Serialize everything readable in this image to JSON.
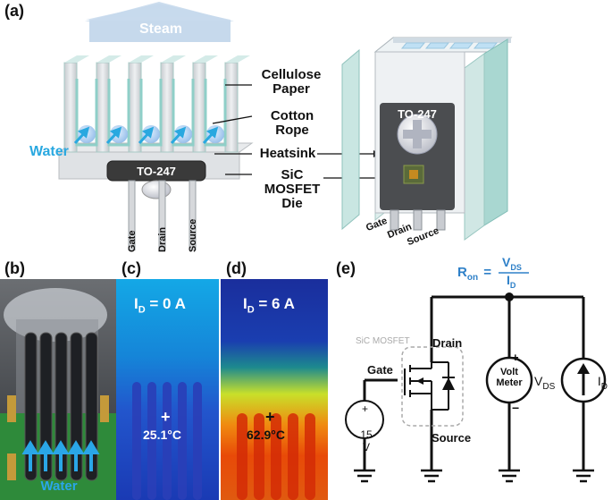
{
  "panels": {
    "a": "(a)",
    "b": "(b)",
    "c": "(c)",
    "d": "(d)",
    "e": "(e)"
  },
  "panel_a": {
    "steam": "Steam",
    "water": "Water",
    "cellulose_paper": "Cellulose Paper",
    "cotton_rope": "Cotton Rope",
    "heatsink": "Heatsink",
    "sic_mosfet_die": "SiC MOSFET Die",
    "package_left": "TO-247",
    "package_right": "TO-247",
    "pins": [
      "Gate",
      "Drain",
      "Source"
    ],
    "pins_right": [
      "Gate",
      "Drain",
      "Source"
    ]
  },
  "panel_b": {
    "water": "Water"
  },
  "panel_c": {
    "current_sym": "I",
    "current_sub": "D",
    "current_val": " = 0 A",
    "cross": "+",
    "temp": "25.1°C"
  },
  "panel_d": {
    "current_sym": "I",
    "current_sub": "D",
    "current_val": " = 6 A",
    "cross": "+",
    "temp": "62.9°C"
  },
  "panel_e": {
    "formula_lhs": "R",
    "formula_lhs_sub": "on",
    "formula_eq": "=",
    "formula_num": "V",
    "formula_num_sub": "DS",
    "formula_den": "I",
    "formula_den_sub": "D",
    "mosfet_box_label": "SiC MOSFET",
    "drain": "Drain",
    "gate": "Gate",
    "source": "Source",
    "source_voltage": "15 V",
    "plus": "+",
    "minus": "−",
    "voltmeter_line1": "Volt",
    "voltmeter_line2": "Meter",
    "vds_sym": "V",
    "vds_sub": "DS",
    "id_sym": "I",
    "id_sub": "D"
  },
  "colors": {
    "accent_blue": "#2e80c8",
    "water_blue": "#29a8e0",
    "steam_blue": "#c6d9ec",
    "heatsink_gray": "#d8dcdf",
    "paper_teal": "#a8d8d4",
    "package_dark": "#3a3a3a"
  }
}
